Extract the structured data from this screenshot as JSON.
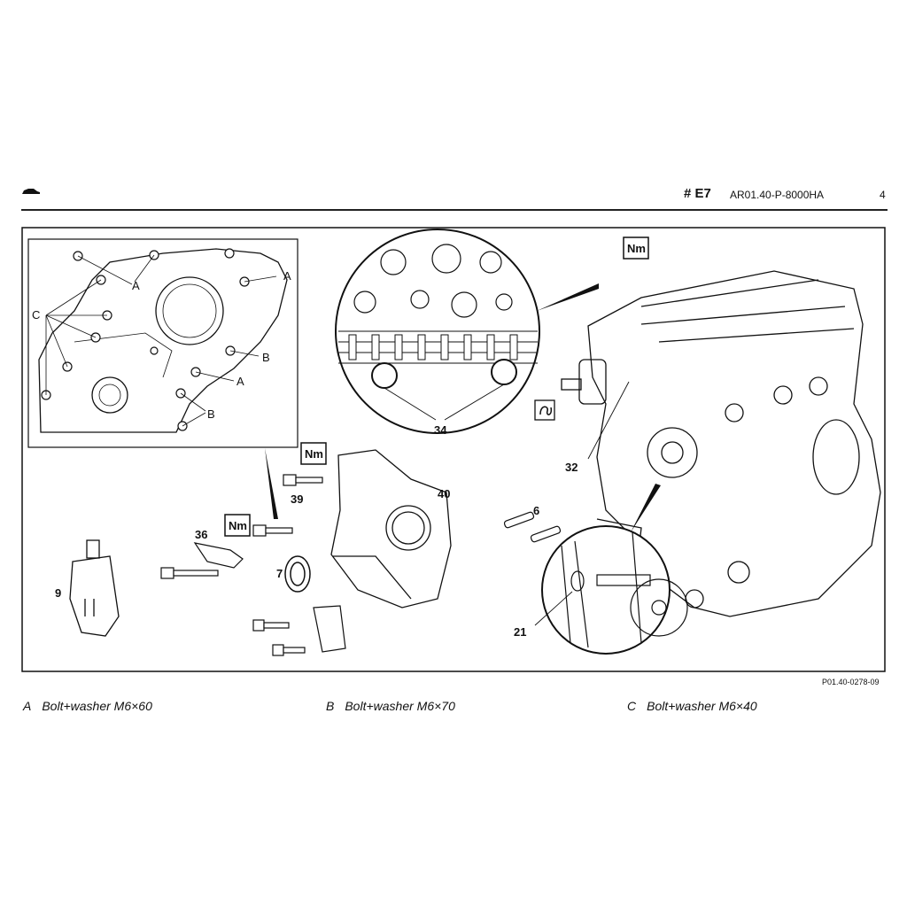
{
  "header": {
    "section_code": "# E7",
    "document_code": "AR01.40-P-8000HA",
    "page_number": "4",
    "icon": "car-icon"
  },
  "diagram": {
    "figure_number": "P01.40-0278-09",
    "torque_symbol": "Nm",
    "callouts": [
      "A",
      "A",
      "A",
      "B",
      "B",
      "C",
      "34",
      "32",
      "6",
      "21",
      "39",
      "36",
      "40",
      "7",
      "9"
    ]
  },
  "legend": [
    {
      "key": "A",
      "text": "Bolt+washer M6×60"
    },
    {
      "key": "B",
      "text": "Bolt+washer M6×70"
    },
    {
      "key": "C",
      "text": "Bolt+washer M6×40"
    }
  ]
}
